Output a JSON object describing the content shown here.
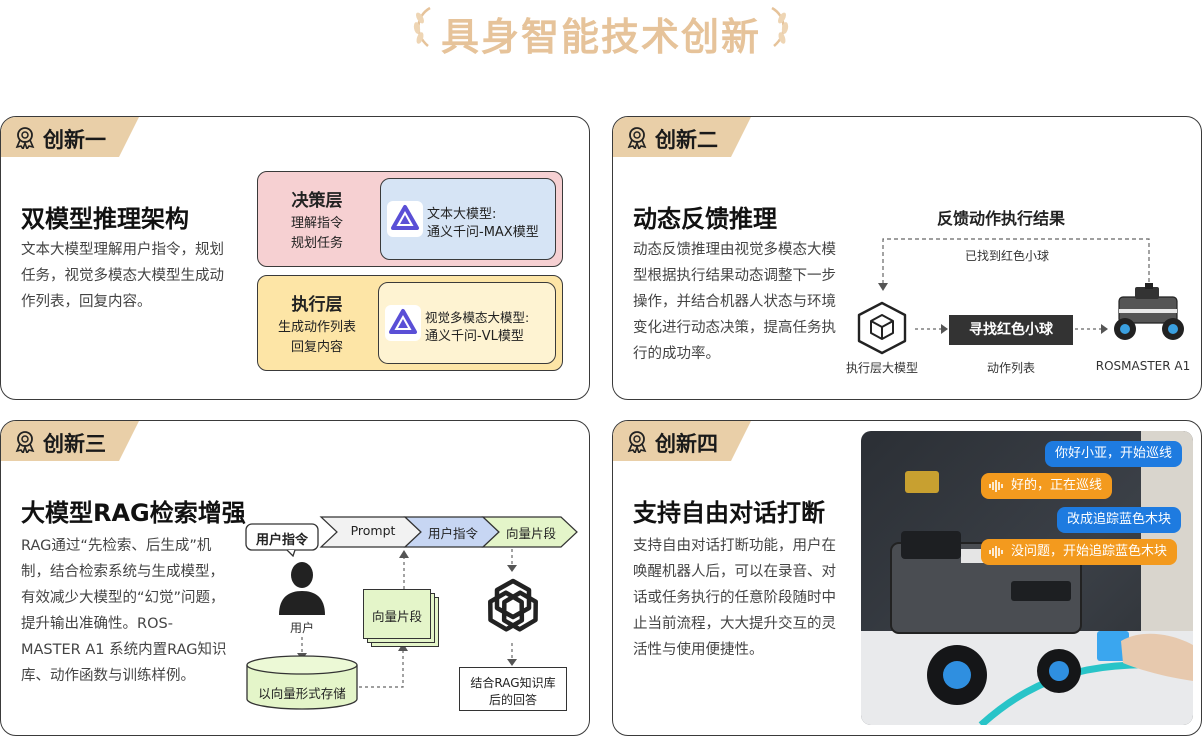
{
  "page": {
    "title": "具身智能技术创新"
  },
  "colors": {
    "accent": "#e6c39a",
    "tab_gold": "#e9cfa8",
    "decision_bg": "#f6d0d2",
    "llm_bg": "#d6e4f5",
    "exec_bg": "#fde5a6",
    "vlm_bg": "#fef3d2",
    "dark_box": "#333333",
    "blue_bubble": "#1e7be0",
    "orange_bubble": "#f39a1e"
  },
  "cards": {
    "c1": {
      "tab": "创新一",
      "heading": "双模型推理架构",
      "desc": "文本大模型理解用户指令，规划任务，视觉多模态大模型生成动作列表，回复内容。",
      "decision": {
        "title": "决策层",
        "line1": "理解指令",
        "line2": "规划任务",
        "model_line1": "文本大模型:",
        "model_line2": "通义千问-MAX模型"
      },
      "execution": {
        "title": "执行层",
        "line1": "生成动作列表",
        "line2": "回复内容",
        "model_line1": "视觉多模态大模型:",
        "model_line2": "通义千问-VL模型"
      }
    },
    "c2": {
      "tab": "创新二",
      "heading": "动态反馈推理",
      "desc": "动态反馈推理由视觉多模态大模型根据执行结果动态调整下一步操作，并结合机器人状态与环境变化进行动态决策，提高任务执行的成功率。",
      "feedback_title": "反馈动作执行结果",
      "found_label": "已找到红色小球",
      "action_box": "寻找红色小球",
      "cube_label": "执行层大模型",
      "action_label": "动作列表",
      "robot_label": "ROSMASTER A1"
    },
    "c3": {
      "tab": "创新三",
      "heading": "大模型RAG检索增强",
      "desc": "RAG通过“先检索、后生成”机制，结合检索系统与生成模型，有效减少大模型的“幻觉”问题，提升输出准确性。ROS-MASTER A1 系统内置RAG知识库、动作函数与训练样例。",
      "user_cmd_bubble": "用户指令",
      "user_label": "用户",
      "storage_label": "以向量形式存储",
      "vector_seg": "向量片段",
      "chevrons": [
        "Prompt",
        "用户指令",
        "向量片段"
      ],
      "answer_line1": "结合RAG知识库",
      "answer_line2": "后的回答"
    },
    "c4": {
      "tab": "创新四",
      "heading": "支持自由对话打断",
      "desc": "支持自由对话打断功能，用户在唤醒机器人后，可以在录音、对话或任务执行的任意阶段随时中止当前流程，大大提升交互的灵活性与使用便捷性。",
      "bubbles": [
        "你好小亚，开始巡线",
        "好的，正在巡线",
        "改成追踪蓝色木块",
        "没问题，开始追踪蓝色木块"
      ]
    }
  }
}
